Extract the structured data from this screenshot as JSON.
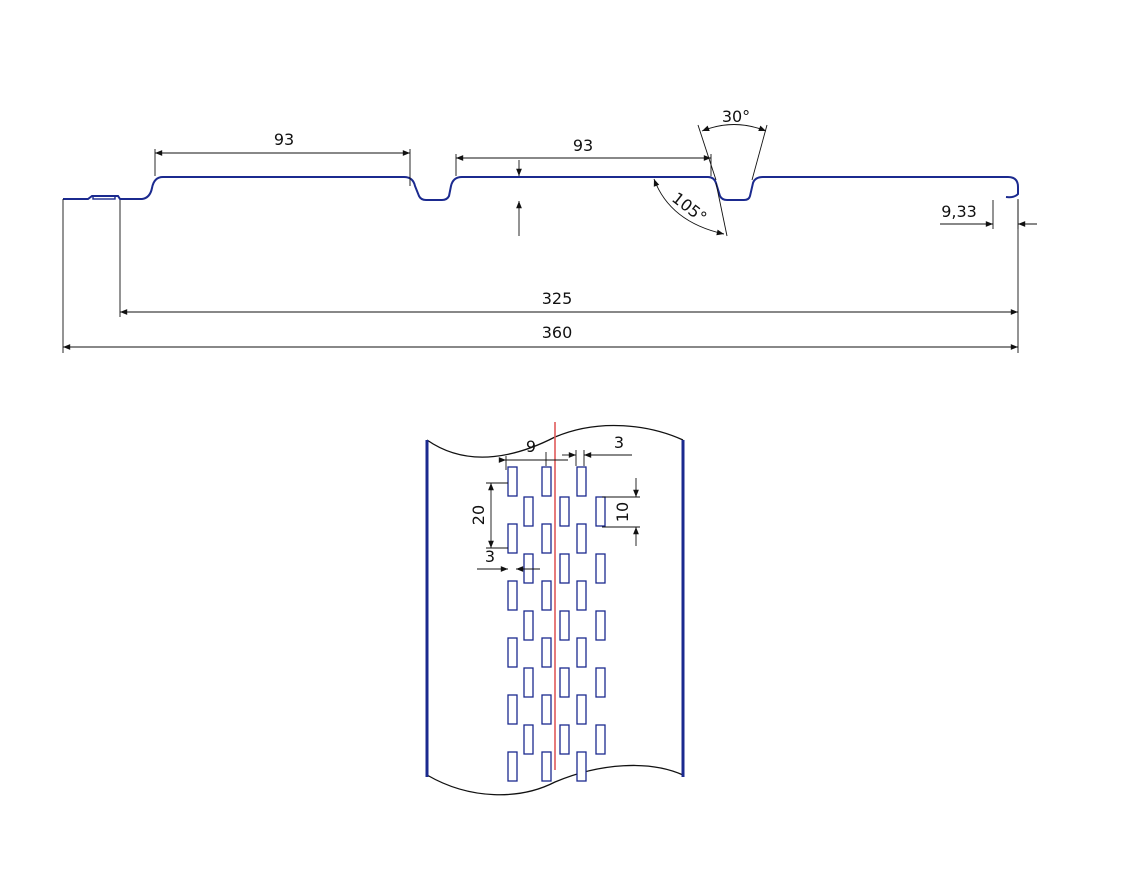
{
  "profile": {
    "dims": {
      "shelf_left": "93",
      "shelf_mid": "93",
      "angle_top": "30°",
      "angle_side": "105°",
      "edge": "9,33",
      "effective": "325",
      "total": "360"
    }
  },
  "perforation": {
    "dims": {
      "col_pitch": "9",
      "offset": "3",
      "row_pitch": "20",
      "slot_width": "3",
      "slot_height": "10"
    }
  },
  "colors": {
    "profile": "#1b2a8f",
    "dimension": "#111111",
    "axis": "#e05a5a"
  }
}
